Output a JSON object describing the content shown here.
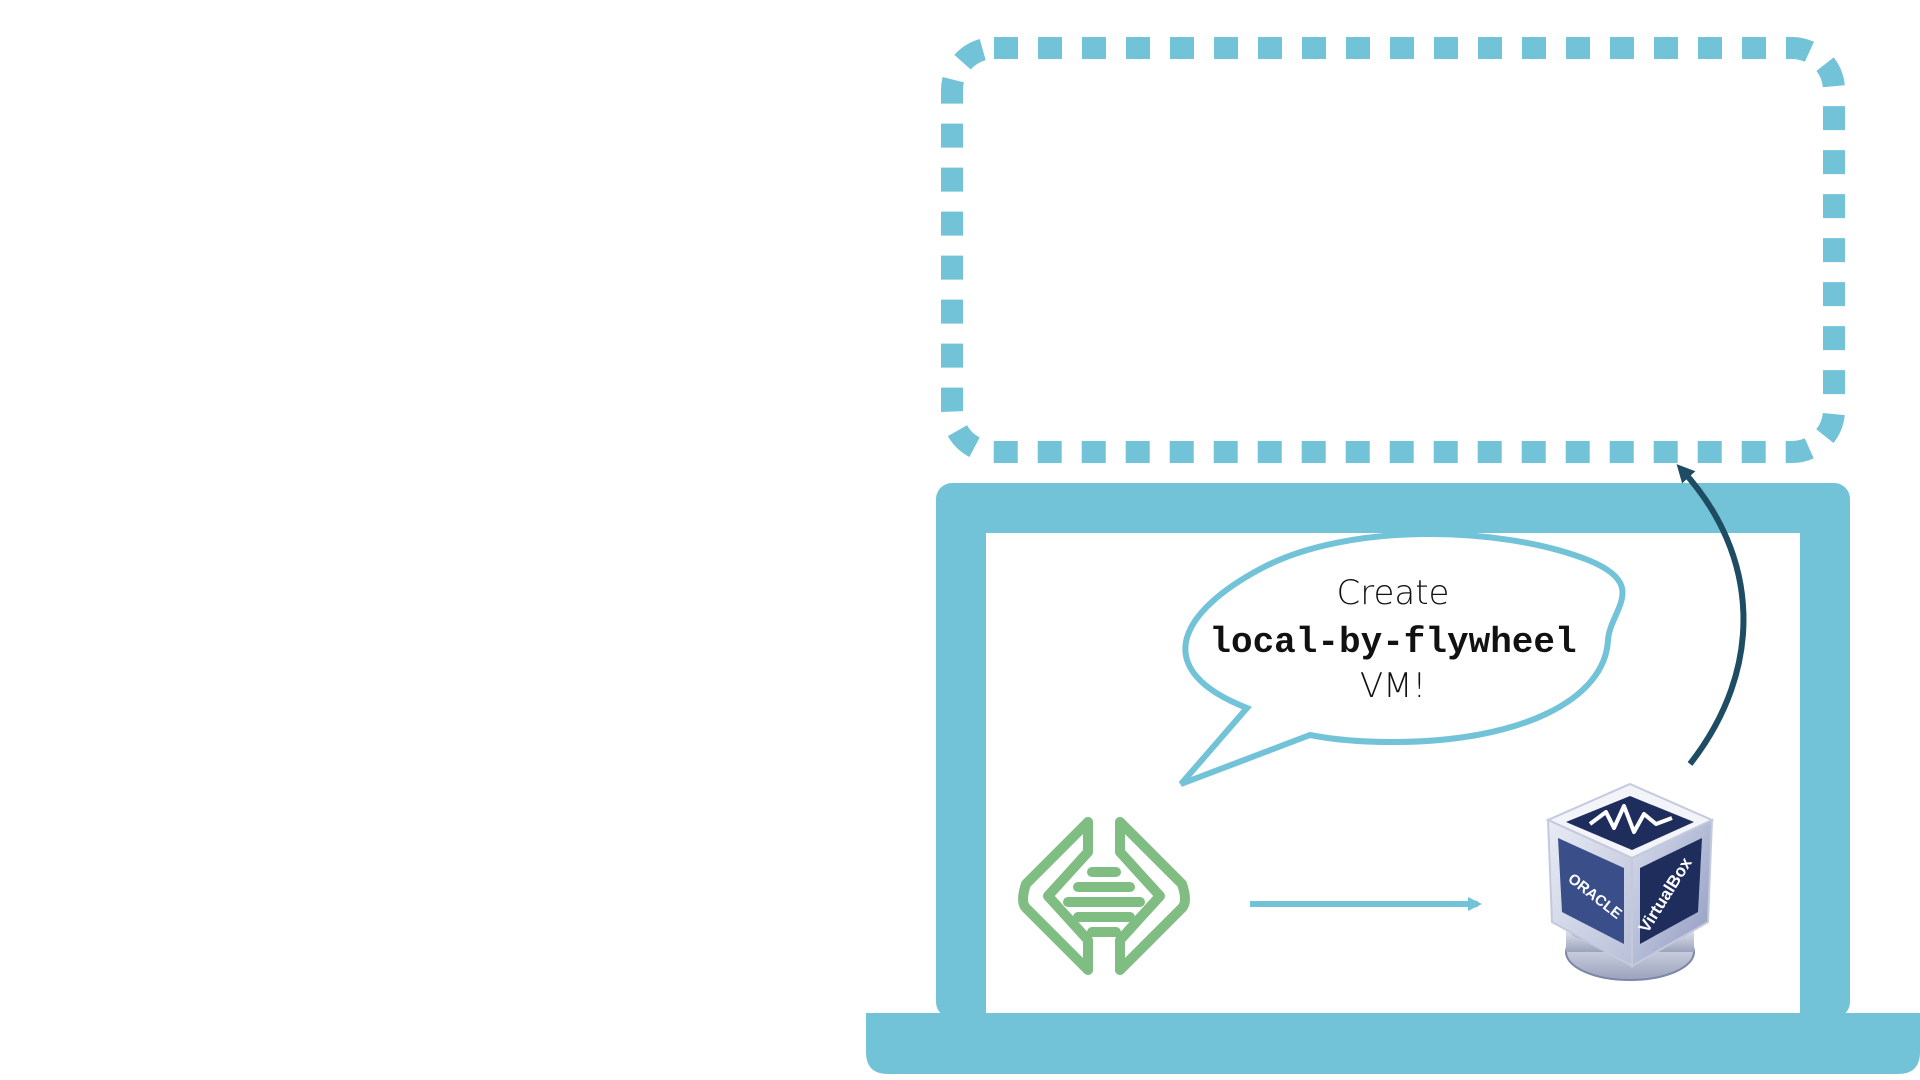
{
  "speech_bubble": {
    "line1": "Create",
    "line2": "local-by-flywheel",
    "line3": "VM!"
  },
  "virtualbox_logo": {
    "left_face_text": "ORACLE",
    "right_face_text": "VirtualBox"
  },
  "colors": {
    "laptop": "#72c3d8",
    "dashed_box": "#72c3d8",
    "bubble_stroke": "#72c3d8",
    "connector_arrow": "#72c3d8",
    "curved_arrow": "#1e4d63",
    "local_logo": "#7fbd82",
    "vbox_dark": "#1f2d5c",
    "vbox_mid": "#3a4f8a",
    "text": "#111111"
  }
}
